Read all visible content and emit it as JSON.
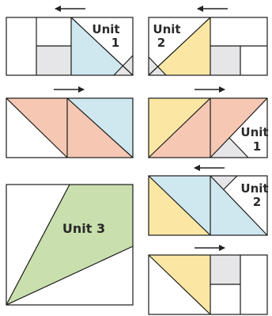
{
  "colors": {
    "blue": "#cfe8f0",
    "yellow": "#fbe7a3",
    "pink": "#f6c8b4",
    "green": "#c9dfad",
    "gray": "#e6e6e8",
    "line": "#1a1a1a",
    "arrow": "#222222"
  },
  "labels": {
    "unit1": [
      "Unit",
      "1"
    ],
    "unit2": [
      "Unit",
      "2"
    ],
    "unit3": "Unit 3"
  },
  "arrows": [
    "left",
    "left",
    "right",
    "right",
    "left",
    "right"
  ]
}
